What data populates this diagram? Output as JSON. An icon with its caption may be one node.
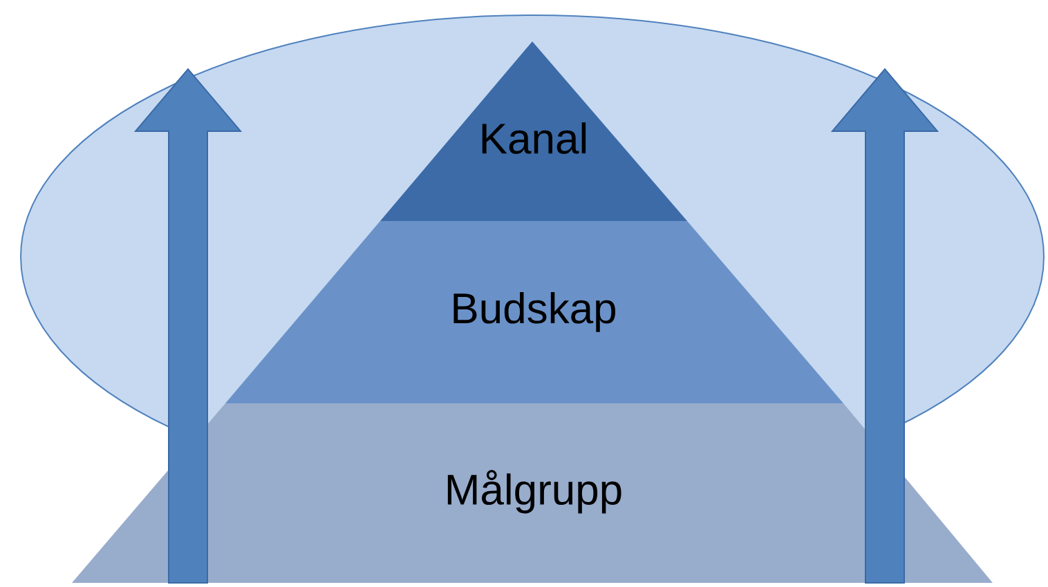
{
  "diagram": {
    "nodes": [
      {
        "text": [
          "Kanal"
        ]
      },
      {
        "text": [
          "Budskap"
        ]
      },
      {
        "text": [
          "Målgrupp"
        ]
      }
    ]
  }
}
